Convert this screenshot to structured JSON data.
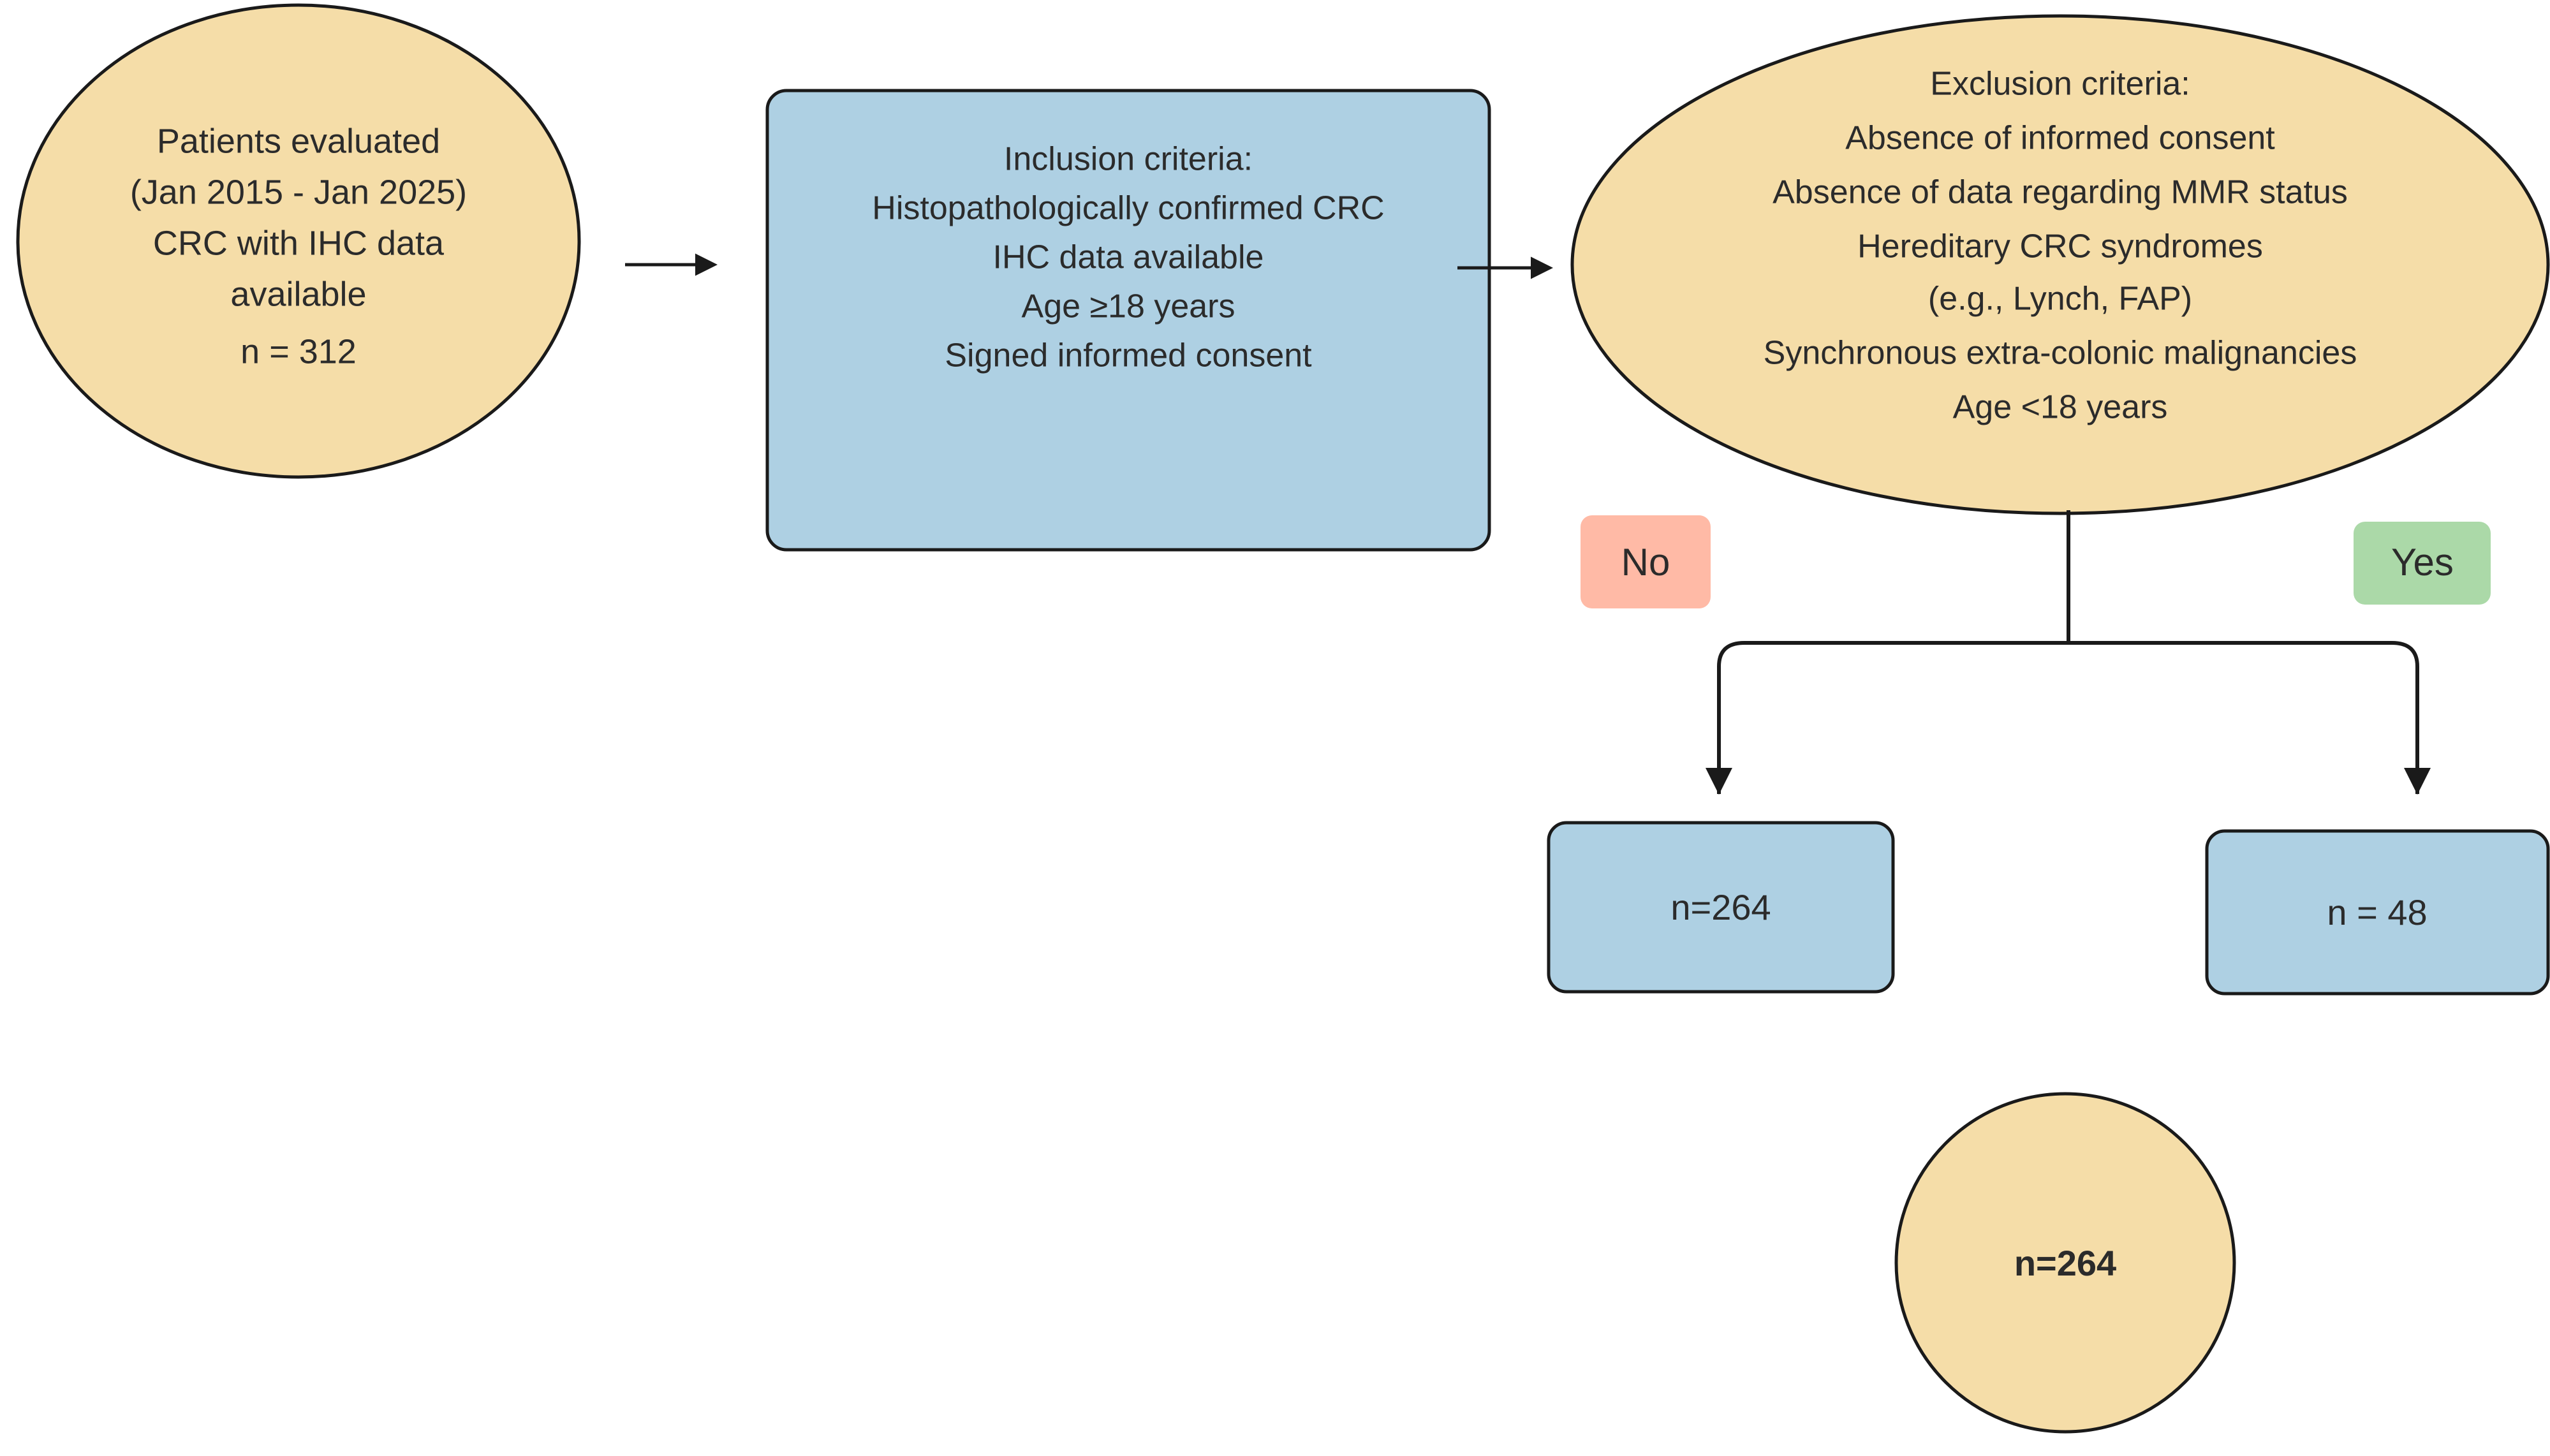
{
  "diagram": {
    "title": "CRC patient selection flowchart",
    "colors": {
      "tan_fill": "#f5dda8",
      "blue_fill": "#aed0e3",
      "pink_badge": "#ffbaa6",
      "green_badge": "#abd9a8",
      "stroke": "#1a1a1a",
      "text": "#2b2b2b",
      "background": "#ffffff"
    },
    "nodes": {
      "source_circle": {
        "shape": "circle",
        "lines": [
          "Patients evaluated",
          "(Jan 2015 - Jan 2025)",
          "CRC with IHC data",
          "available",
          "n = 312"
        ]
      },
      "inclusion_box": {
        "shape": "rounded-rect",
        "lines": [
          "Inclusion criteria:",
          "Histopathologically confirmed CRC",
          "IHC data available",
          "Age ≥18 years",
          "Signed informed consent"
        ]
      },
      "exclusion_ellipse": {
        "shape": "ellipse",
        "lines": [
          "Exclusion criteria:",
          "Absence of informed consent",
          "Absence of data regarding MMR status",
          "Hereditary CRC syndromes",
          "(e.g., Lynch, FAP)",
          "Synchronous extra-colonic malignancies",
          "Age <18 years"
        ]
      },
      "no_badge": {
        "shape": "rounded-rect",
        "label": "No"
      },
      "yes_badge": {
        "shape": "rounded-rect",
        "label": "Yes"
      },
      "left_count_box": {
        "shape": "rounded-rect",
        "label": "n=264"
      },
      "right_count_box": {
        "shape": "rounded-rect",
        "label": "n = 48"
      },
      "final_circle": {
        "shape": "circle",
        "label": "n=264"
      }
    },
    "edges": [
      {
        "name": "source-to-inclusion",
        "kind": "arrow-right"
      },
      {
        "name": "inclusion-to-exclusion",
        "kind": "arrow-right"
      },
      {
        "name": "exclusion-branch",
        "kind": "split-down"
      }
    ]
  }
}
